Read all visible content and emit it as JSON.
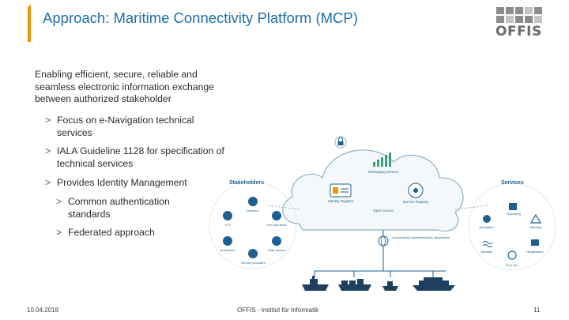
{
  "slide": {
    "title": "Approach: Maritime Connectivity Platform (MCP)",
    "intro": "Enabling efficient, secure, reliable and seamless electronic information exchange between authorized stakeholder",
    "bullets": [
      "Focus on e-Navigation technical services",
      "IALA Guideline 1128 for specification of technical services",
      "Provides Identity Management"
    ],
    "sub_bullets": [
      "Common authentication standards",
      "Federated approach"
    ],
    "bullet_marker": ">"
  },
  "logo": {
    "text": "OFFIS"
  },
  "diagram": {
    "stakeholders_label": "Stakeholders",
    "services_label": "Services",
    "cloud": {
      "messaging_service": "Messaging Service",
      "identity_registry": "Identity Registry",
      "service_registry": "Service Registry",
      "open_source": "Open source",
      "lock_icon": "lock-icon"
    },
    "stakeholders": [
      "Mariners",
      "Port operators",
      "VTS",
      "Authorities",
      "Ship owners",
      "Service providers"
    ],
    "services": [
      "Reporting",
      "Navigation",
      "Warning",
      "Weather",
      "Registration",
      "Port info"
    ],
    "connection_note": "Connectivity/ communication/ information"
  },
  "footer": {
    "date": "10.04.2018",
    "institute": "OFFIS - Institut für Informatik",
    "page": "11"
  },
  "colors": {
    "title": "#1f6fa8",
    "accent": "#f29400",
    "diagram": "#1f5f8f",
    "cloud": "#8fb0c4"
  }
}
